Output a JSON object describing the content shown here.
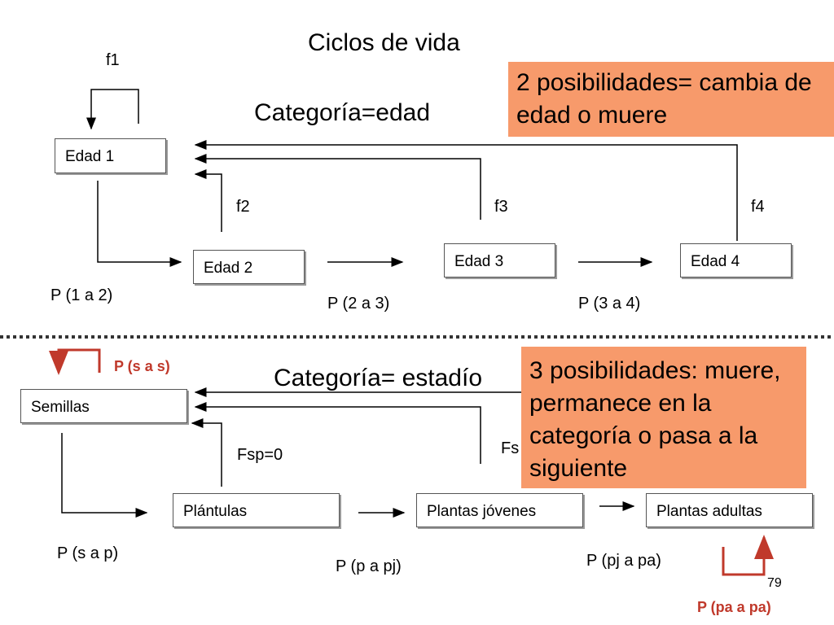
{
  "title": "Ciclos de vida",
  "top": {
    "category": "Categoría=edad",
    "callout": "2 posibilidades= cambia de edad o muere",
    "boxes": [
      "Edad 1",
      "Edad 2",
      "Edad 3",
      "Edad 4"
    ],
    "fecundities": [
      "f1",
      "f2",
      "f3",
      "f4"
    ],
    "transitions": [
      "P (1 a 2)",
      "P (2 a 3)",
      "P (3 a 4)"
    ]
  },
  "bottom": {
    "category": "Categoría= estadío",
    "callout": "3 posibilidades: muere, permanece en la categoría o pasa a la siguiente",
    "boxes": [
      "Semillas",
      "Plántulas",
      "Plantas jóvenes",
      "Plantas adultas"
    ],
    "fsp": "Fsp=0",
    "fs_partial": "Fs",
    "stasis": [
      "P (s a s)",
      "P (pa a pa)"
    ],
    "transitions": [
      "P (s a p)",
      "P (p a pj)",
      "P (pj a pa)"
    ]
  },
  "page_number": "79",
  "colors": {
    "callout": "#f79a6b",
    "stasis_arrow": "#c0392b",
    "divider": "#333333"
  }
}
